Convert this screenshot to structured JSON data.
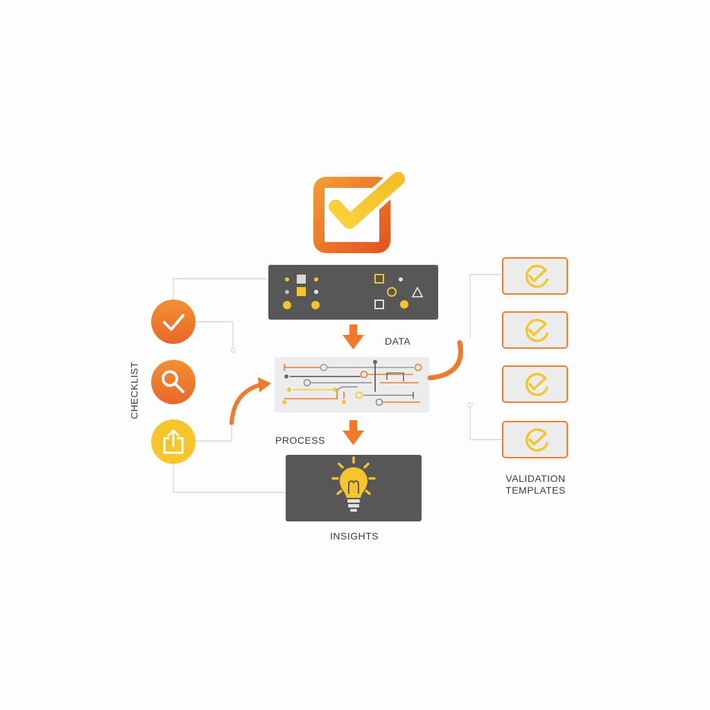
{
  "labels": {
    "data": "DATA",
    "process": "PROCESS",
    "insights": "INSIGHTS",
    "checklist": "CHECKLIST",
    "validation_templates": "VALIDATION TEMPLATES"
  },
  "colors": {
    "orange": "#ee7a2a",
    "orange_dark": "#e4581f",
    "yellow": "#f6c52c",
    "dark_panel": "#575757",
    "light_panel": "#ececec",
    "connector": "#d6d6d6",
    "text": "#3a3a3a"
  },
  "icons": {
    "header": "checkbox-check-icon",
    "checklist": [
      "check-icon",
      "search-icon",
      "share-icon"
    ],
    "validation_templates": [
      "check-circle-icon",
      "check-circle-icon",
      "check-circle-icon",
      "check-circle-icon"
    ],
    "insights": "lightbulb-icon"
  }
}
